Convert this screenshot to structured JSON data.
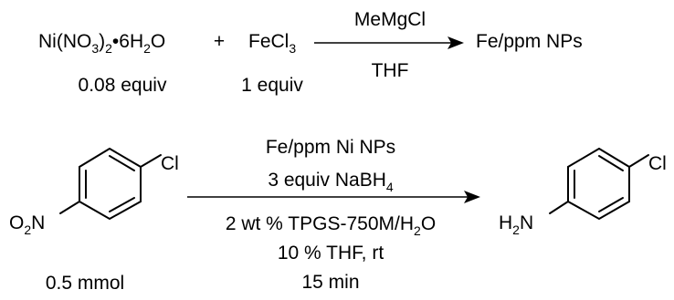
{
  "reaction1": {
    "reagent1": {
      "formula_main": "Ni(NO",
      "formula_sub1": "3",
      "formula_mid": ")",
      "formula_sub2": "2",
      "formula_hydrate": "•6H",
      "formula_sub3": "2",
      "formula_end": "O",
      "amount": "0.08 equiv"
    },
    "plus": "+",
    "reagent2": {
      "formula_main": "FeCl",
      "formula_sub": "3",
      "amount": "1 equiv"
    },
    "above_arrow": "MeMgCl",
    "below_arrow": "THF",
    "product": "Fe/ppm NPs"
  },
  "reaction2": {
    "starting_material": {
      "substituent_top": "Cl",
      "substituent_left_main": "O",
      "substituent_left_sub": "2",
      "substituent_left_end": "N",
      "amount": "0.5 mmol"
    },
    "above_arrow": {
      "line1": "Fe/ppm Ni NPs",
      "line2_main": "3 equiv NaBH",
      "line2_sub": "4"
    },
    "below_arrow": {
      "line1_main": "2 wt % TPGS-750M/H",
      "line1_sub": "2",
      "line1_end": "O",
      "line2": "10 % THF, rt",
      "line3": "15 min"
    },
    "product": {
      "substituent_top": "Cl",
      "substituent_left_main": "H",
      "substituent_left_sub": "2",
      "substituent_left_end": "N"
    }
  }
}
